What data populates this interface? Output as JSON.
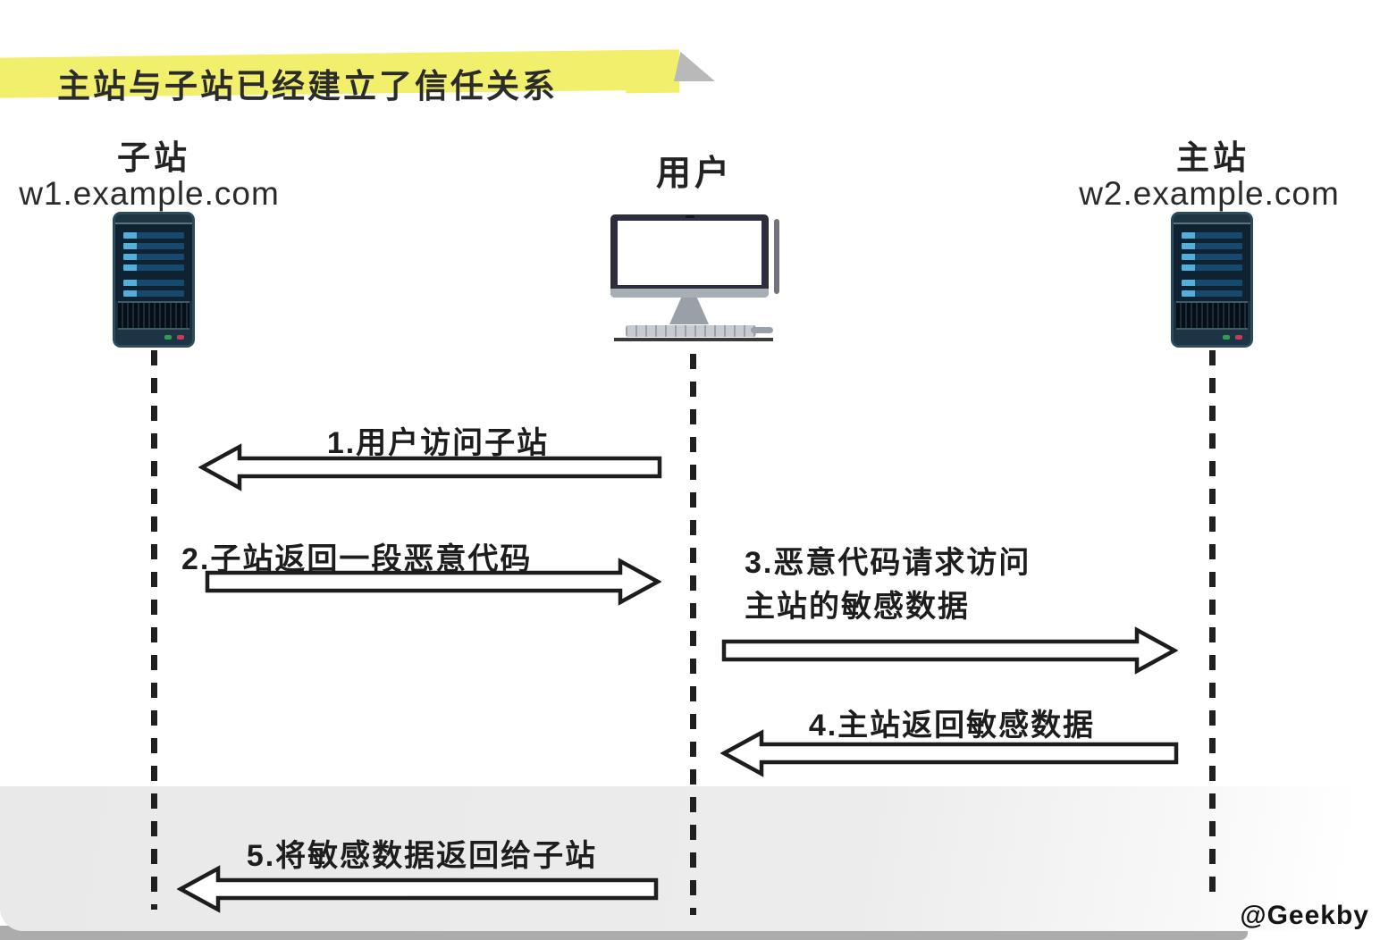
{
  "title": {
    "text": "主站与子站已经建立了信任关系",
    "highlight_color": "#f1ef6c",
    "fold_color": "#b9b9b9"
  },
  "entities": {
    "subsite": {
      "name": "子站",
      "domain": "w1.example.com",
      "icon": "server-icon"
    },
    "user": {
      "name": "用户",
      "icon": "desktop-computer-icon"
    },
    "mainsite": {
      "name": "主站",
      "domain": "w2.example.com",
      "icon": "server-icon"
    }
  },
  "messages": [
    {
      "seq": 1,
      "label": "1.用户访问子站",
      "from": "user",
      "to": "subsite",
      "direction": "left"
    },
    {
      "seq": 2,
      "label": "2.子站返回一段恶意代码",
      "from": "subsite",
      "to": "user",
      "direction": "right"
    },
    {
      "seq": 3,
      "label": "3.恶意代码请求访问\n主站的敏感数据",
      "from": "user",
      "to": "mainsite",
      "direction": "right"
    },
    {
      "seq": 4,
      "label": "4.主站返回敏感数据",
      "from": "mainsite",
      "to": "user",
      "direction": "left"
    },
    {
      "seq": 5,
      "label": "5.将敏感数据返回给子站",
      "from": "user",
      "to": "subsite",
      "direction": "left"
    }
  ],
  "watermark": "@Geekby",
  "colors": {
    "background": "#ffffff",
    "bottom_band": "#ececec",
    "bottom_strip": "#acacac",
    "arrow_outline": "#1d1d1d",
    "server_body": "#16303f",
    "server_bar": "#17496d",
    "server_bar_accent": "#54aeda",
    "led_green": "#2f9e53",
    "led_red": "#cc3a58"
  }
}
